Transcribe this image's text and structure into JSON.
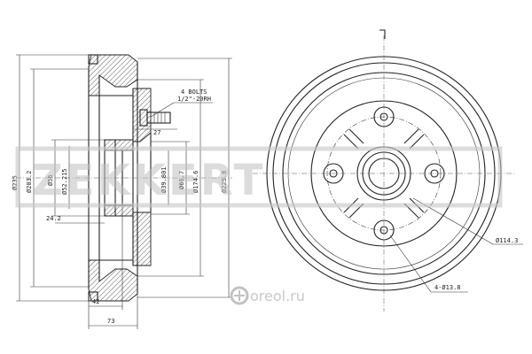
{
  "side_view": {
    "d235": "Ø235",
    "d203": "Ø203.2",
    "d56": "Ø56",
    "d52": "Ø52.215",
    "d39": "Ø39.801",
    "d66": "Ø66.7",
    "d174": "Ø174.6",
    "d225": "Ø225.8",
    "bolts_line1": "4 BOLTS",
    "bolts_line2": "1/2\"-20RH",
    "dim27": "27",
    "dim24": "24.2",
    "dim42": "42",
    "dim73": "73"
  },
  "front_view": {
    "pcd": "Ø114.3",
    "holes": "4-Ø13.8"
  },
  "watermark": {
    "brand": "ZEKKERT",
    "url": "oreol.ru"
  }
}
